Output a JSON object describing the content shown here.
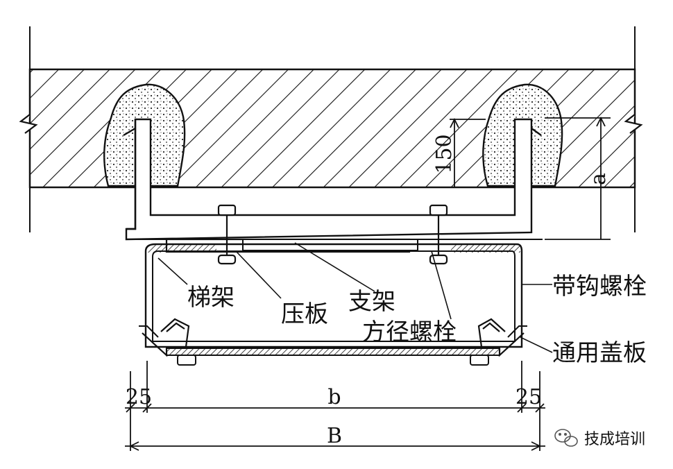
{
  "labels": {
    "ladder_tray": "梯架",
    "press_plate": "压板",
    "bracket": "支架",
    "square_neck_bolt": "方径螺栓",
    "hook_bolt": "带钩螺栓",
    "universal_cover": "通用盖板"
  },
  "dimensions": {
    "embed_depth": "150",
    "height_a": "a",
    "margin_left": "25",
    "margin_right": "25",
    "inner_width": "b",
    "total_width": "B"
  },
  "watermark": {
    "text": "技成培训",
    "icon": "wechat-logo-icon"
  },
  "colors": {
    "ink": "#111111",
    "background": "#ffffff"
  }
}
